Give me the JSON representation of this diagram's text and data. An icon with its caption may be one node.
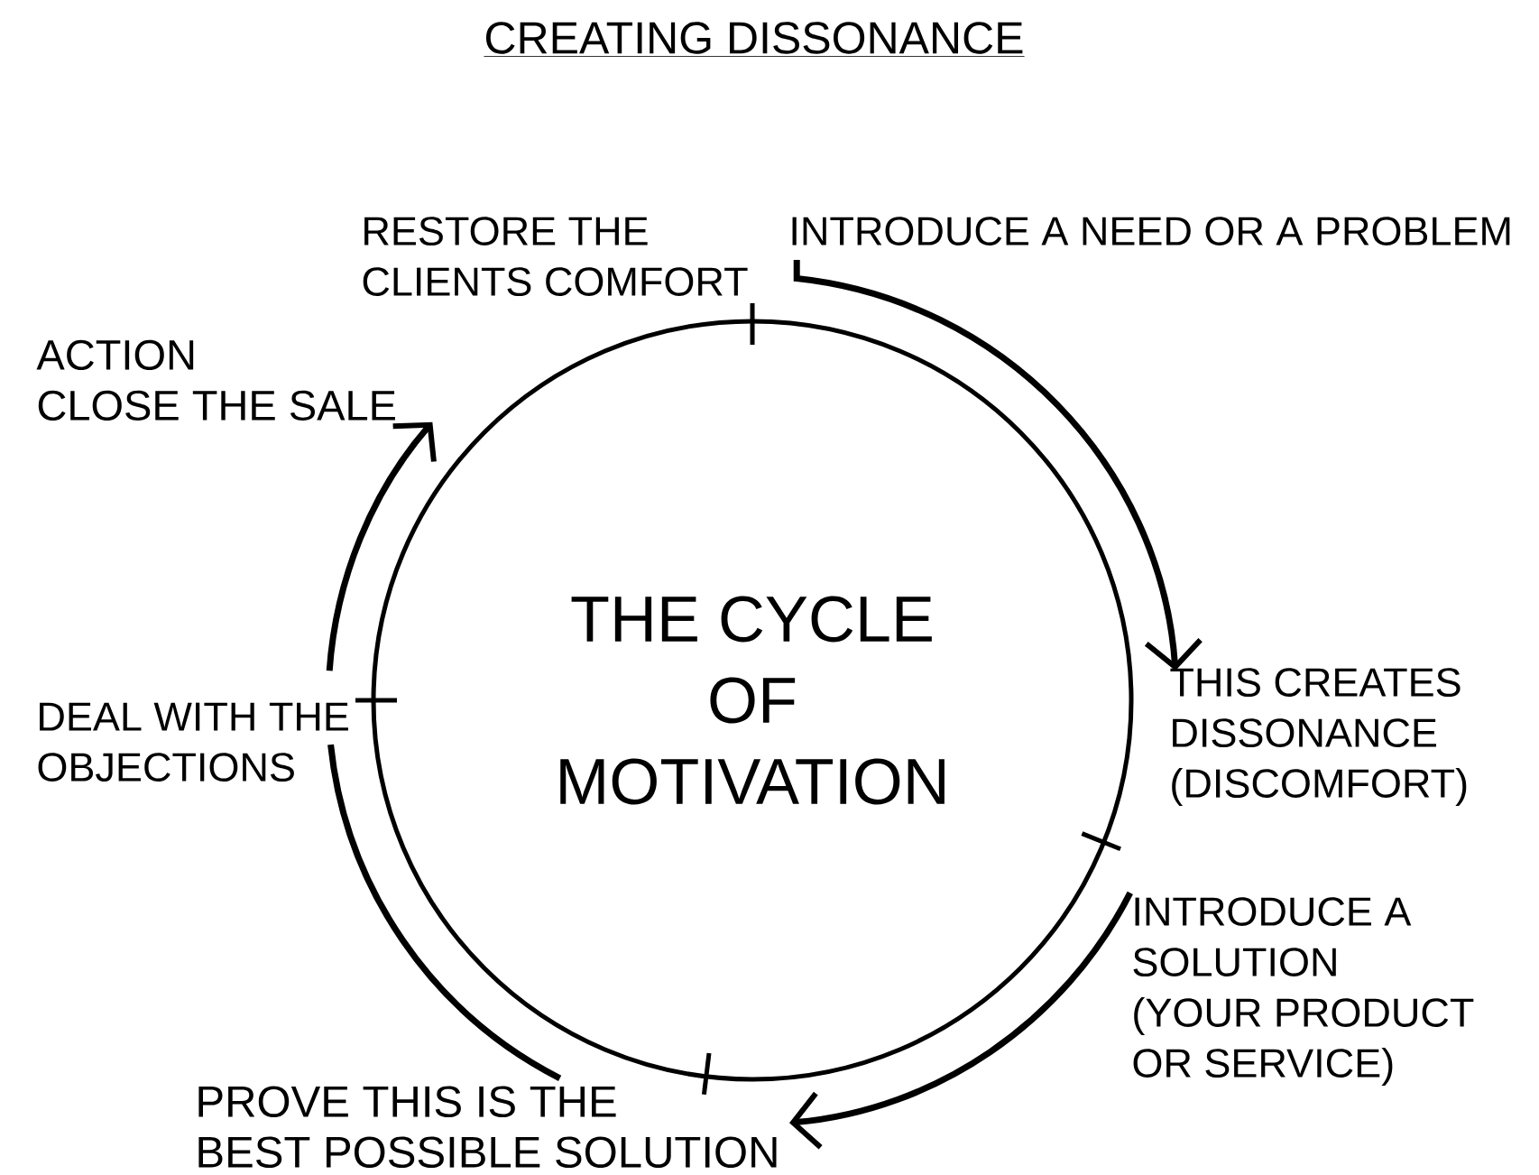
{
  "diagram": {
    "title": "CREATING DISSONANCE",
    "nodes": [
      {
        "text": [
          "THE CYCLE OF MOTIVATION"
        ]
      },
      {
        "text": [
          "RESTORE THE CLIENTS COMFORT"
        ]
      },
      {
        "text": [
          "INTRODUCE A NEED OR A PROBLEM"
        ]
      },
      {
        "text": [
          "THIS CREATES DISSONANCE (DISCOMFORT)"
        ]
      },
      {
        "text": [
          "INTRODUCE A SOLUTION (YOUR PRODUCT OR SERVICE)"
        ]
      },
      {
        "text": [
          "PROVE THIS IS THE BEST POSSIBLE SOLUTION"
        ]
      },
      {
        "text": [
          "DEAL WITH THE OBJECTIONS"
        ]
      },
      {
        "text": [
          "ACTION CLOSE THE SALE"
        ]
      }
    ],
    "edges": [
      {
        "from": 2,
        "to": 3,
        "arrow": "to"
      },
      {
        "from": 4,
        "to": 5,
        "arrow": "to"
      },
      {
        "from": 5,
        "to": 6,
        "arrow": "none"
      },
      {
        "from": 6,
        "to": 7,
        "arrow": "to"
      }
    ]
  }
}
